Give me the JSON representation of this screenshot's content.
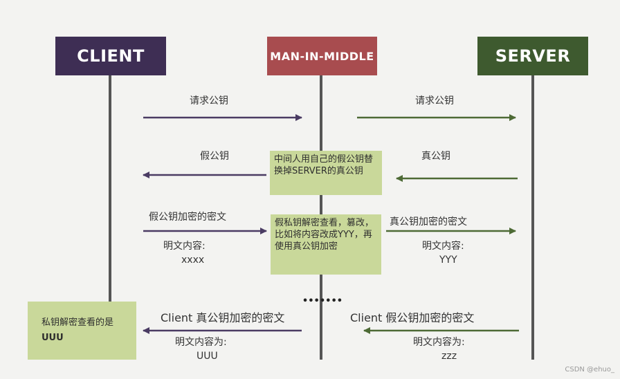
{
  "actors": {
    "client": "CLIENT",
    "mitm": "MAN-IN-MIDDLE",
    "server": "SERVER"
  },
  "colors": {
    "client": "#3e2e54",
    "mitm": "#a84c4f",
    "server": "#3e5a2f",
    "note": "#c9d89a",
    "lifeline": "#555555"
  },
  "messages": {
    "m1_label": "请求公钥",
    "m2_label": "请求公钥",
    "m3_label": "真公钥",
    "m4_label": "假公钥",
    "m5_label": "假公钥加密的密文",
    "m5_plain_label": "明文内容:",
    "m5_plain_value": "xxxx",
    "m6_label": "真公钥加密的密文",
    "m6_plain_label": "明文内容:",
    "m6_plain_value": "YYY",
    "m7_label": "Client 假公钥加密的密文",
    "m7_plain_label": "明文内容为:",
    "m7_plain_value": "zzz",
    "m8_label": "Client 真公钥加密的密文",
    "m8_plain_label": "明文内容为:",
    "m8_plain_value": "UUU",
    "ellipsis": "•••••••"
  },
  "notes": {
    "fake_key": "中间人用自己的假公钥替换掉SERVER的真公钥",
    "decrypt": "假私钥解密查看，篡改，比如将内容改成YYY，再使用真公钥加密",
    "client_result_line1": "私钥解密查看的是",
    "client_result_line2": "UUU"
  },
  "watermark": "CSDN @ehuo_"
}
